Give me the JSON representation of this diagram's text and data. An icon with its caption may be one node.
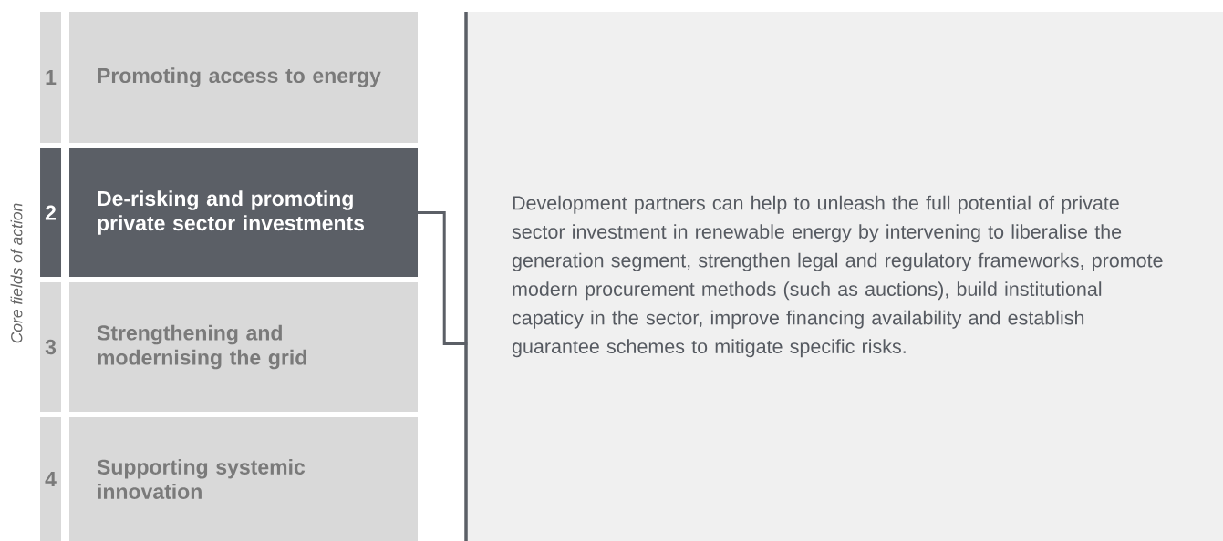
{
  "diagram": {
    "nodes": [
      {
        "text": [
          "1"
        ]
      },
      {
        "text": [
          "Promoting access to energy"
        ]
      },
      {
        "text": [
          "2"
        ]
      },
      {
        "text": [
          "De-risking and promoting private sector investments"
        ]
      },
      {
        "text": [
          "3"
        ]
      },
      {
        "text": [
          "Strengthening and modernising the grid"
        ]
      },
      {
        "text": [
          "4"
        ]
      },
      {
        "text": [
          "Supporting systemic innovation"
        ]
      },
      {
        "text": [
          "Development partners can help to unleash the full potential of private sector investment in renewable energy by intervening to liberalise the generation segment, strengthen legal and regulatory frameworks, promote modern procurement methods (such as auctions), build institutional capaticy in the sector, improve financing availability and establish guarantee schemes to mitigate specific risks."
        ]
      }
    ],
    "edges": [
      {
        "from": 3,
        "to": 8,
        "arrow": "none"
      }
    ],
    "labels": [
      "Core fields of action"
    ]
  }
}
